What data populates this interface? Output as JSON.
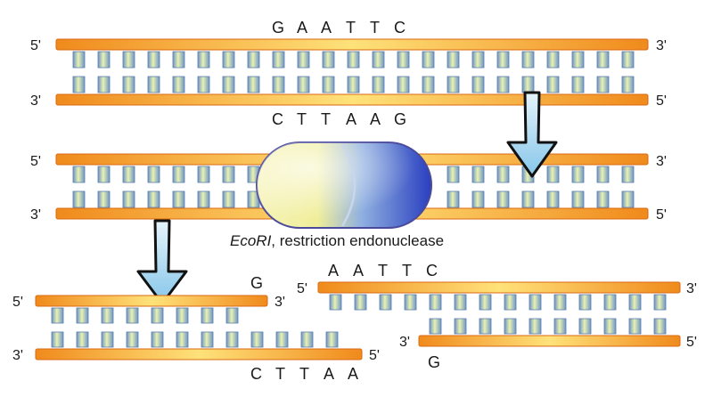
{
  "top_strand": {
    "left_label": "5'",
    "right_label": "3'",
    "sequence": [
      "G",
      "A",
      "A",
      "T",
      "T",
      "C"
    ]
  },
  "bottom_strand": {
    "left_label": "3'",
    "right_label": "5'",
    "sequence": [
      "C",
      "T",
      "T",
      "A",
      "A",
      "G"
    ]
  },
  "middle": {
    "top_left": "5'",
    "top_right": "3'",
    "bottom_left": "3'",
    "bottom_right": "5'"
  },
  "enzyme": {
    "name": "EcoRI",
    "caption_rest": ", restriction endonuclease"
  },
  "fragment_left": {
    "top_left": "5'",
    "top_right": "3'",
    "overhang_top": "G",
    "bottom_left": "3'",
    "bottom_right": "5'",
    "overhang_bottom": [
      "C",
      "T",
      "T",
      "A",
      "A"
    ]
  },
  "fragment_right": {
    "top_left": "5'",
    "top_right": "3'",
    "overhang_top": [
      "A",
      "A",
      "T",
      "T",
      "C"
    ],
    "bottom_left": "3'",
    "bottom_right": "5'",
    "overhang_bottom": "G"
  },
  "colors": {
    "strand_orange": "#f08a1c",
    "strand_highlight": "#ffe68a",
    "rung_blue": "#7fa6d6",
    "rung_yellow": "#e9f2b0",
    "enzyme_yellow": "#f3f0a0",
    "enzyme_blue": "#2f48c8",
    "arrow_fill": "#a8d8ef"
  },
  "icons": {
    "arrow": "down-arrow-icon",
    "enzyme": "capsule-enzyme-icon"
  }
}
